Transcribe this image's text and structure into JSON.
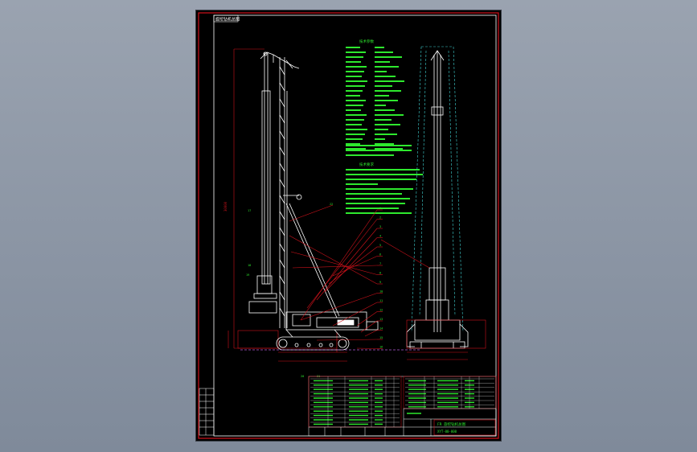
{
  "drawing": {
    "corner_tag": "旋挖钻机总图",
    "tech_params_title": "技术参数",
    "tech_requirements_title": "技术要求",
    "title_block_title": "FR 旋挖钻机总图",
    "title_block_sub": "XYT-00-000",
    "callouts_side": [
      "1",
      "2",
      "3",
      "4",
      "5",
      "6",
      "7",
      "8",
      "9",
      "10",
      "11",
      "12",
      "13",
      "14",
      "15",
      "16"
    ],
    "callouts_left": [
      "17",
      "18",
      "19",
      "20",
      "21",
      "22"
    ],
    "colors": {
      "paper": "#000000",
      "frame": "#d0121b",
      "green_text": "#2ee82e",
      "machine": "#ffffff",
      "cyan_dash": "#3fd0d0",
      "magenta": "#b05cd6"
    }
  }
}
